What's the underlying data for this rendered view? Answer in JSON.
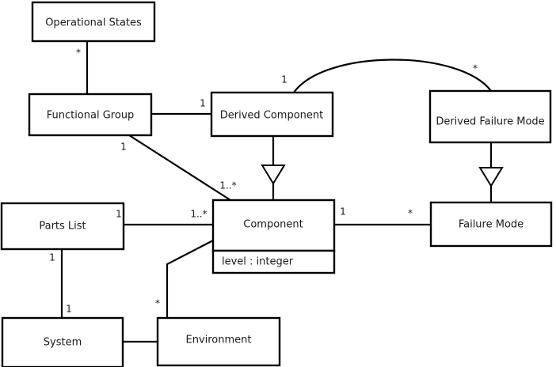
{
  "diagram": {
    "kind": "uml-class-diagram",
    "background_color": "#ffffff",
    "line_color": "#000000",
    "text_color": "#1a1a1a",
    "classes": [
      {
        "id": "operational_states",
        "name": "Operational States",
        "attributes": []
      },
      {
        "id": "functional_group",
        "name": "Functional Group",
        "attributes": []
      },
      {
        "id": "derived_component",
        "name": "Derived Component",
        "attributes": []
      },
      {
        "id": "derived_failure_mode",
        "name": "Derived Failure Mode",
        "attributes": []
      },
      {
        "id": "parts_list",
        "name": "Parts List",
        "attributes": []
      },
      {
        "id": "component",
        "name": "Component",
        "attributes": [
          "level : integer"
        ]
      },
      {
        "id": "failure_mode",
        "name": "Failure Mode",
        "attributes": []
      },
      {
        "id": "system",
        "name": "System",
        "attributes": []
      },
      {
        "id": "environment",
        "name": "Environment",
        "attributes": []
      }
    ],
    "attribute_labels": {
      "component_level": "level : integer"
    },
    "multiplicities": {
      "op_states_to_func_group": "*",
      "func_group_to_derived_component": "1",
      "func_group_to_component": "1",
      "func_group_component_end": "1..*",
      "derived_component_curve": "1",
      "derived_failure_mode_curve": "*",
      "parts_list_to_component": "1",
      "component_from_parts_list": "1..*",
      "component_to_failure_mode": "1",
      "failure_mode_end": "*",
      "parts_list_to_system": "1",
      "system_to_parts_list": "1",
      "environment_to_component": "*"
    },
    "relationships": [
      {
        "type": "association",
        "from": "operational_states",
        "to": "functional_group"
      },
      {
        "type": "association",
        "from": "functional_group",
        "to": "derived_component"
      },
      {
        "type": "association",
        "from": "functional_group",
        "to": "component"
      },
      {
        "type": "association",
        "from": "derived_component",
        "to": "derived_failure_mode",
        "style": "curved"
      },
      {
        "type": "generalization",
        "from": "derived_component",
        "to": "component"
      },
      {
        "type": "generalization",
        "from": "derived_failure_mode",
        "to": "failure_mode"
      },
      {
        "type": "association",
        "from": "parts_list",
        "to": "component"
      },
      {
        "type": "association",
        "from": "component",
        "to": "failure_mode"
      },
      {
        "type": "association",
        "from": "parts_list",
        "to": "system"
      },
      {
        "type": "association",
        "from": "system",
        "to": "environment"
      },
      {
        "type": "association",
        "from": "environment",
        "to": "component"
      }
    ]
  }
}
